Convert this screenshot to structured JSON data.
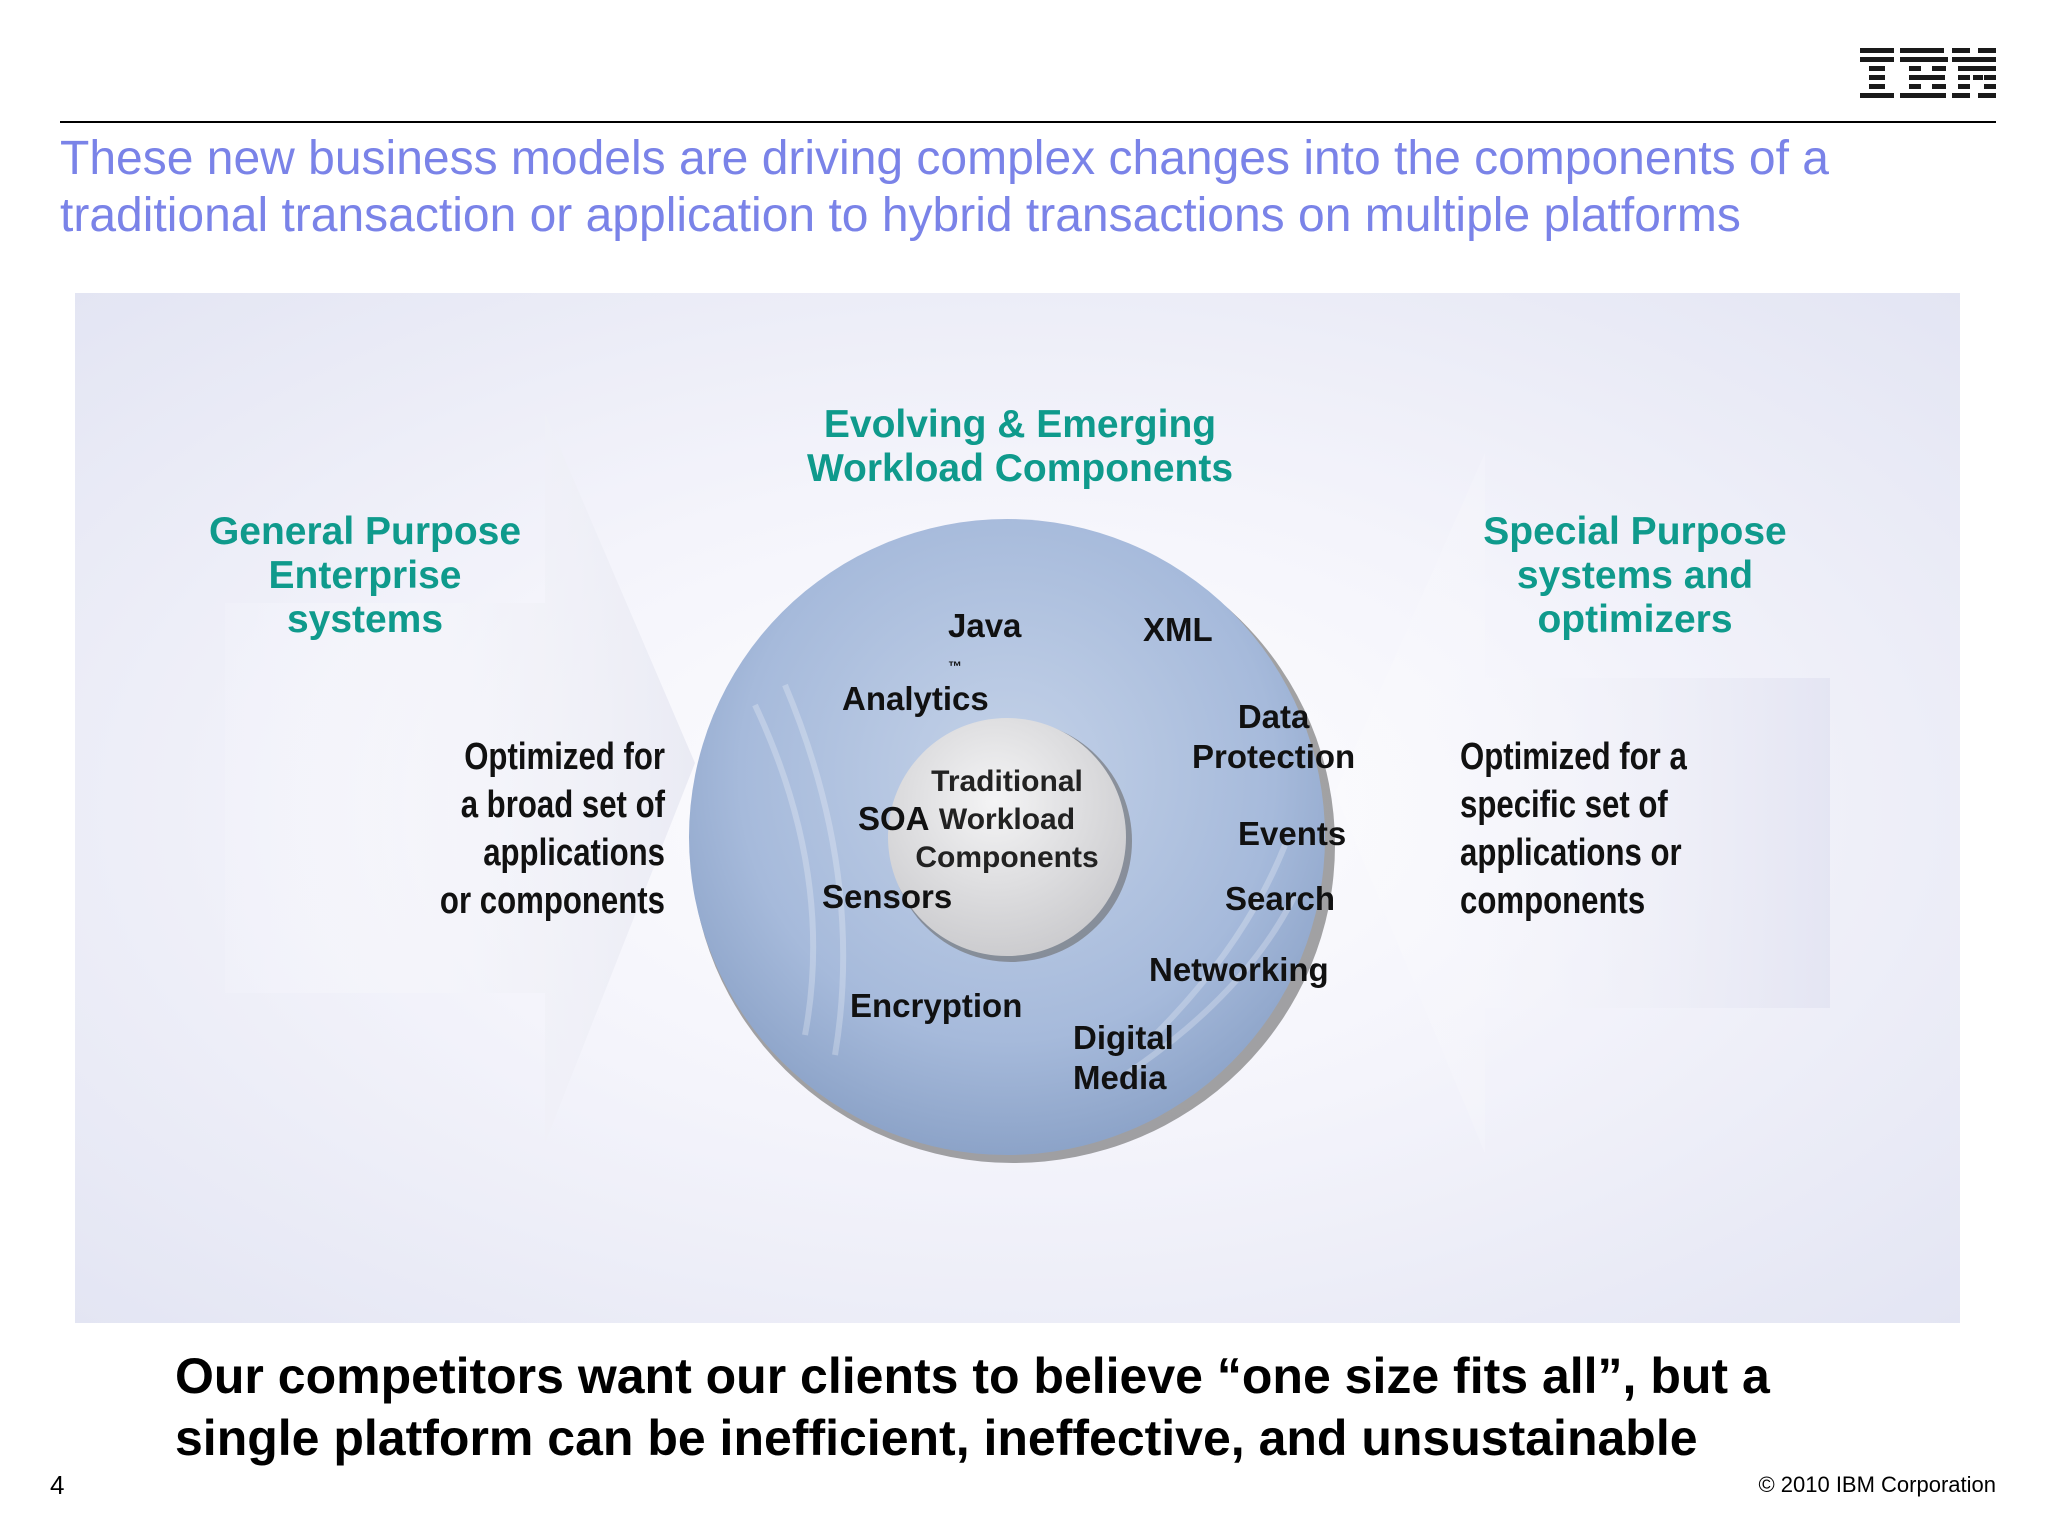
{
  "slide": {
    "title": "These new business models are driving complex changes into the components of a traditional transaction or application to hybrid transactions on multiple platforms",
    "page_number": "4",
    "copyright": "© 2010 IBM Corporation",
    "logo_text": "IBM"
  },
  "diagram": {
    "top_heading": [
      "Evolving & Emerging",
      "Workload Components"
    ],
    "left_heading": [
      "General Purpose",
      "Enterprise",
      "systems"
    ],
    "right_heading": [
      "Special Purpose",
      "systems and",
      "optimizers"
    ],
    "left_description": [
      "Optimized for",
      "a broad set of",
      "applications",
      "or components"
    ],
    "right_description": [
      "Optimized for a",
      "specific set of",
      "applications or",
      "components"
    ],
    "center": [
      "Traditional",
      "Workload",
      "Components"
    ],
    "ring_items": {
      "java": "Java",
      "java_mark": "™",
      "xml": "XML",
      "analytics": "Analytics",
      "data_protection": [
        "Data",
        "Protection"
      ],
      "soa": "SOA",
      "events": "Events",
      "sensors": "Sensors",
      "search": "Search",
      "networking": "Networking",
      "encryption": "Encryption",
      "digital_media": [
        "Digital",
        "Media"
      ]
    }
  },
  "bottom_statement": [
    "Our competitors want our clients to believe “one size fits all”, but a",
    "single platform can be inefficient,  ineffective, and unsustainable"
  ],
  "colors": {
    "title": "#7a83e8",
    "heading": "#0f9a8c",
    "ring": "#9fb4d4",
    "center": "#d9d9db"
  }
}
